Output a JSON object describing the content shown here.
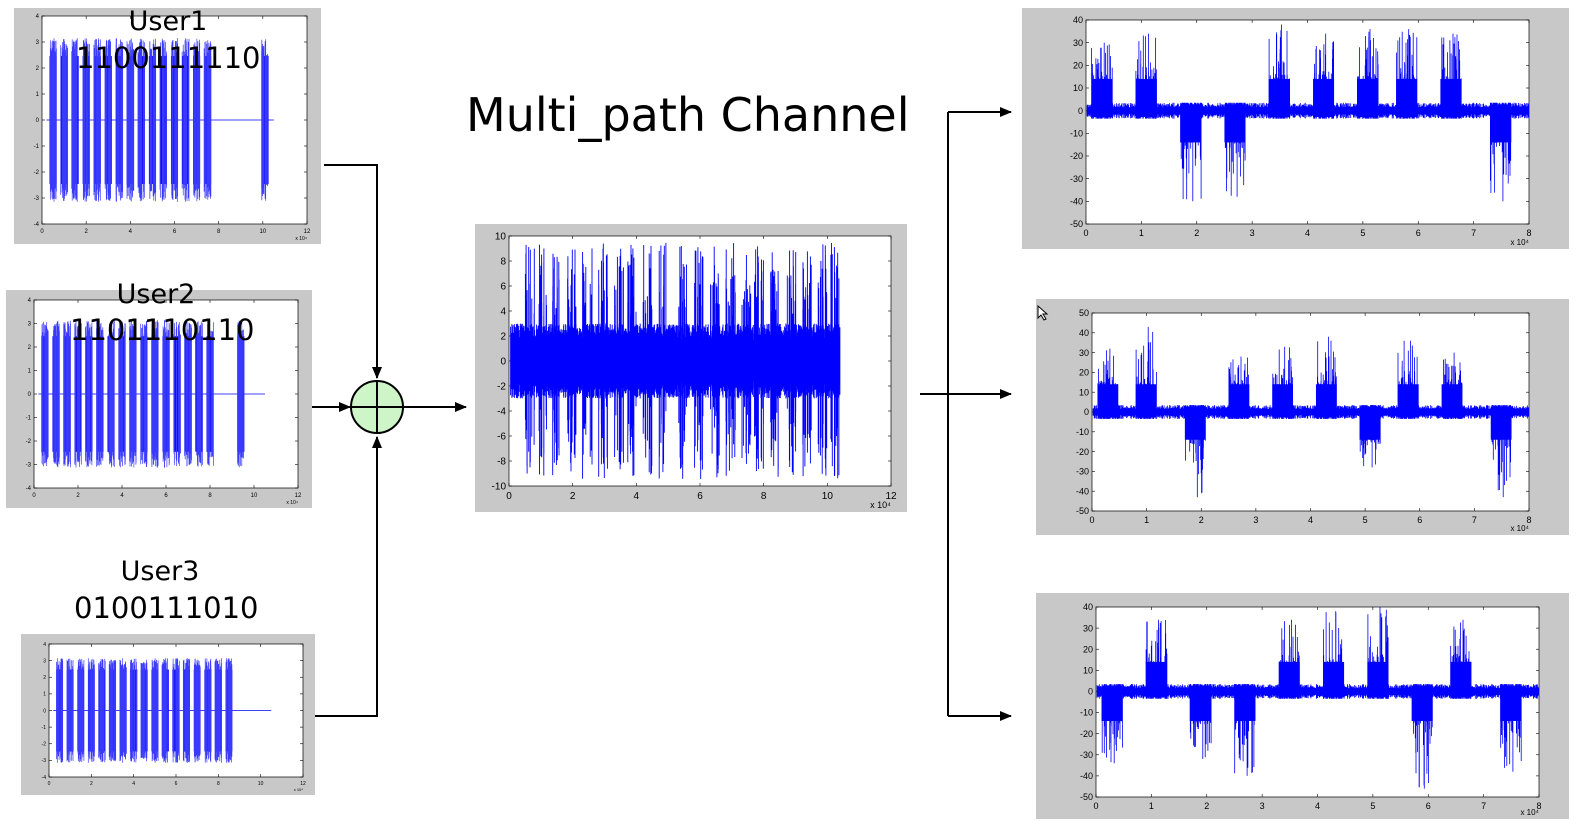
{
  "title": "Multi_path Channel",
  "users": [
    {
      "name": "User1",
      "code": "1100111110"
    },
    {
      "name": "User2",
      "code": "1101110110"
    },
    {
      "name": "User3",
      "code": "0100111010"
    }
  ],
  "colors": {
    "signal": "#0000ff",
    "panel_bg": "#c8c8c8",
    "adder_fill": "#cdf5c8",
    "line": "#000000"
  },
  "icons": {
    "adder": "plus-circle-icon",
    "arrow": "arrow-head-icon",
    "cursor": "mouse-pointer-icon"
  },
  "chart_data": [
    {
      "type": "line",
      "id": "user1",
      "xlim": [
        0,
        12
      ],
      "ylim": [
        -4,
        4
      ],
      "xticks": [
        "0",
        "2",
        "4",
        "6",
        "8",
        "10",
        "12"
      ],
      "yticks": [
        "-4",
        "-3",
        "-2",
        "-1",
        "0",
        "1",
        "2",
        "3",
        "4"
      ],
      "x_multiplier": "x 10⁴",
      "bursts": [
        0.5,
        1.0,
        1.5,
        2.0,
        2.5,
        3.0,
        3.5,
        4.0,
        4.5,
        5.0,
        5.5,
        6.0,
        6.5,
        7.0,
        7.5,
        10.1
      ],
      "amplitude": 3.0,
      "baseline_end": 10.5
    },
    {
      "type": "line",
      "id": "user2",
      "xlim": [
        0,
        12
      ],
      "ylim": [
        -4,
        4
      ],
      "xticks": [
        "0",
        "2",
        "4",
        "6",
        "8",
        "10",
        "12"
      ],
      "yticks": [
        "-4",
        "-3",
        "-2",
        "-1",
        "0",
        "1",
        "2",
        "3",
        "4"
      ],
      "x_multiplier": "x 10⁴",
      "bursts": [
        0.5,
        1.0,
        1.5,
        2.0,
        2.5,
        3.0,
        3.5,
        4.0,
        4.5,
        5.0,
        5.5,
        6.0,
        6.5,
        7.0,
        7.5,
        8.0,
        9.4
      ],
      "amplitude": 3.0,
      "baseline_end": 10.5
    },
    {
      "type": "line",
      "id": "user3",
      "xlim": [
        0,
        12
      ],
      "ylim": [
        -4,
        4
      ],
      "xticks": [
        "0",
        "2",
        "4",
        "6",
        "8",
        "10",
        "12"
      ],
      "yticks": [
        "-4",
        "-3",
        "-2",
        "-1",
        "0",
        "1",
        "2",
        "3",
        "4"
      ],
      "x_multiplier": "x 10⁴",
      "bursts": [
        0.5,
        1.0,
        1.5,
        2.0,
        2.5,
        3.0,
        3.5,
        4.0,
        4.5,
        5.0,
        5.5,
        6.0,
        6.5,
        7.0,
        7.5,
        8.0,
        8.5
      ],
      "amplitude": 3.0,
      "baseline_end": 10.5
    },
    {
      "type": "line",
      "id": "channel",
      "xlim": [
        0,
        12
      ],
      "ylim": [
        -10,
        10
      ],
      "xticks": [
        "0",
        "2",
        "4",
        "6",
        "8",
        "10",
        "12"
      ],
      "yticks": [
        "-10",
        "-8",
        "-6",
        "-4",
        "-2",
        "0",
        "2",
        "4",
        "6",
        "8",
        "10"
      ],
      "x_multiplier": "x 10⁴",
      "bursts": [
        0.6,
        1.0,
        1.4,
        1.9,
        2.4,
        2.9,
        3.4,
        3.8,
        4.3,
        4.8,
        5.4,
        5.9,
        6.4,
        6.9,
        7.4,
        7.8,
        8.3,
        8.8,
        9.3,
        9.8,
        10.2
      ],
      "amplitude": 9.0,
      "baseline": 2.5,
      "signal_end": 10.4
    },
    {
      "type": "line",
      "id": "received1",
      "xlim": [
        0,
        8
      ],
      "ylim": [
        -50,
        40
      ],
      "xticks": [
        "0",
        "1",
        "2",
        "3",
        "4",
        "5",
        "6",
        "7",
        "8"
      ],
      "yticks": [
        "-50",
        "-40",
        "-30",
        "-20",
        "-10",
        "0",
        "10",
        "20",
        "30",
        "40"
      ],
      "x_multiplier": "x 10⁴",
      "bursts": [
        {
          "x": 0.1,
          "sign": 1,
          "peak": 30
        },
        {
          "x": 0.9,
          "sign": 1,
          "peak": 34
        },
        {
          "x": 1.7,
          "sign": -1,
          "peak": -40
        },
        {
          "x": 2.5,
          "sign": -1,
          "peak": -38
        },
        {
          "x": 3.3,
          "sign": 1,
          "peak": 38
        },
        {
          "x": 4.1,
          "sign": 1,
          "peak": 34
        },
        {
          "x": 4.9,
          "sign": 1,
          "peak": 36
        },
        {
          "x": 5.6,
          "sign": 1,
          "peak": 36
        },
        {
          "x": 6.4,
          "sign": 1,
          "peak": 34
        },
        {
          "x": 7.3,
          "sign": -1,
          "peak": -40
        }
      ]
    },
    {
      "type": "line",
      "id": "received2",
      "xlim": [
        0,
        8
      ],
      "ylim": [
        -50,
        50
      ],
      "xticks": [
        "0",
        "1",
        "2",
        "3",
        "4",
        "5",
        "6",
        "7",
        "8"
      ],
      "yticks": [
        "-50",
        "-40",
        "-30",
        "-20",
        "-10",
        "0",
        "10",
        "20",
        "30",
        "40",
        "50"
      ],
      "x_multiplier": "x 10⁴",
      "bursts": [
        {
          "x": 0.1,
          "sign": 1,
          "peak": 32
        },
        {
          "x": 0.8,
          "sign": 1,
          "peak": 43
        },
        {
          "x": 1.7,
          "sign": -1,
          "peak": -43
        },
        {
          "x": 2.5,
          "sign": 1,
          "peak": 28
        },
        {
          "x": 3.3,
          "sign": 1,
          "peak": 33
        },
        {
          "x": 4.1,
          "sign": 1,
          "peak": 38
        },
        {
          "x": 4.9,
          "sign": -1,
          "peak": -28
        },
        {
          "x": 5.6,
          "sign": 1,
          "peak": 36
        },
        {
          "x": 6.4,
          "sign": 1,
          "peak": 30
        },
        {
          "x": 7.3,
          "sign": -1,
          "peak": -43
        }
      ]
    },
    {
      "type": "line",
      "id": "received3",
      "xlim": [
        0,
        8
      ],
      "ylim": [
        -50,
        40
      ],
      "xticks": [
        "0",
        "1",
        "2",
        "3",
        "4",
        "5",
        "6",
        "7",
        "8"
      ],
      "yticks": [
        "-50",
        "-40",
        "-30",
        "-20",
        "-10",
        "0",
        "10",
        "20",
        "30",
        "40"
      ],
      "x_multiplier": "x 10⁴",
      "bursts": [
        {
          "x": 0.1,
          "sign": -1,
          "peak": -34
        },
        {
          "x": 0.9,
          "sign": 1,
          "peak": 34
        },
        {
          "x": 1.7,
          "sign": -1,
          "peak": -32
        },
        {
          "x": 2.5,
          "sign": -1,
          "peak": -40
        },
        {
          "x": 3.3,
          "sign": 1,
          "peak": 34
        },
        {
          "x": 4.1,
          "sign": 1,
          "peak": 38
        },
        {
          "x": 4.9,
          "sign": 1,
          "peak": 40
        },
        {
          "x": 5.7,
          "sign": -1,
          "peak": -46
        },
        {
          "x": 6.4,
          "sign": 1,
          "peak": 34
        },
        {
          "x": 7.3,
          "sign": -1,
          "peak": -38
        }
      ]
    }
  ]
}
